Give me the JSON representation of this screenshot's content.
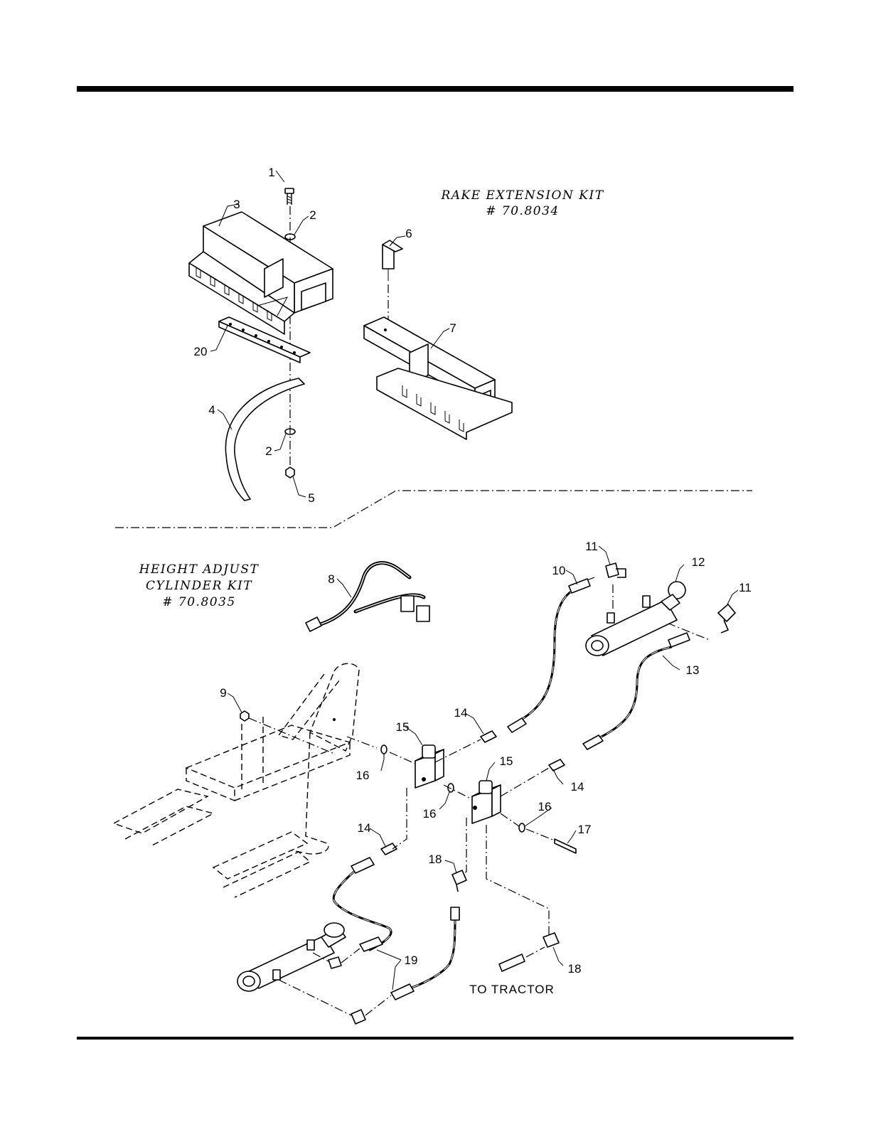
{
  "kits": {
    "rake_extension": {
      "title": "RAKE EXTENSION KIT",
      "number": "# 70.8034"
    },
    "height_adjust": {
      "title_line1": "HEIGHT ADJUST",
      "title_line2": "CYLINDER KIT",
      "number": "# 70.8035"
    }
  },
  "notes": {
    "to_tractor": "TO TRACTOR"
  },
  "callouts": {
    "c1": "1",
    "c2a": "2",
    "c2b": "2",
    "c3": "3",
    "c4": "4",
    "c5": "5",
    "c6": "6",
    "c7": "7",
    "c8": "8",
    "c9": "9",
    "c10": "10",
    "c11a": "11",
    "c11b": "11",
    "c12": "12",
    "c13": "13",
    "c14a": "14",
    "c14b": "14",
    "c14c": "14",
    "c15a": "15",
    "c15b": "15",
    "c16a": "16",
    "c16b": "16",
    "c16c": "16",
    "c17": "17",
    "c18a": "18",
    "c18b": "18",
    "c19": "19",
    "c20": "20"
  }
}
